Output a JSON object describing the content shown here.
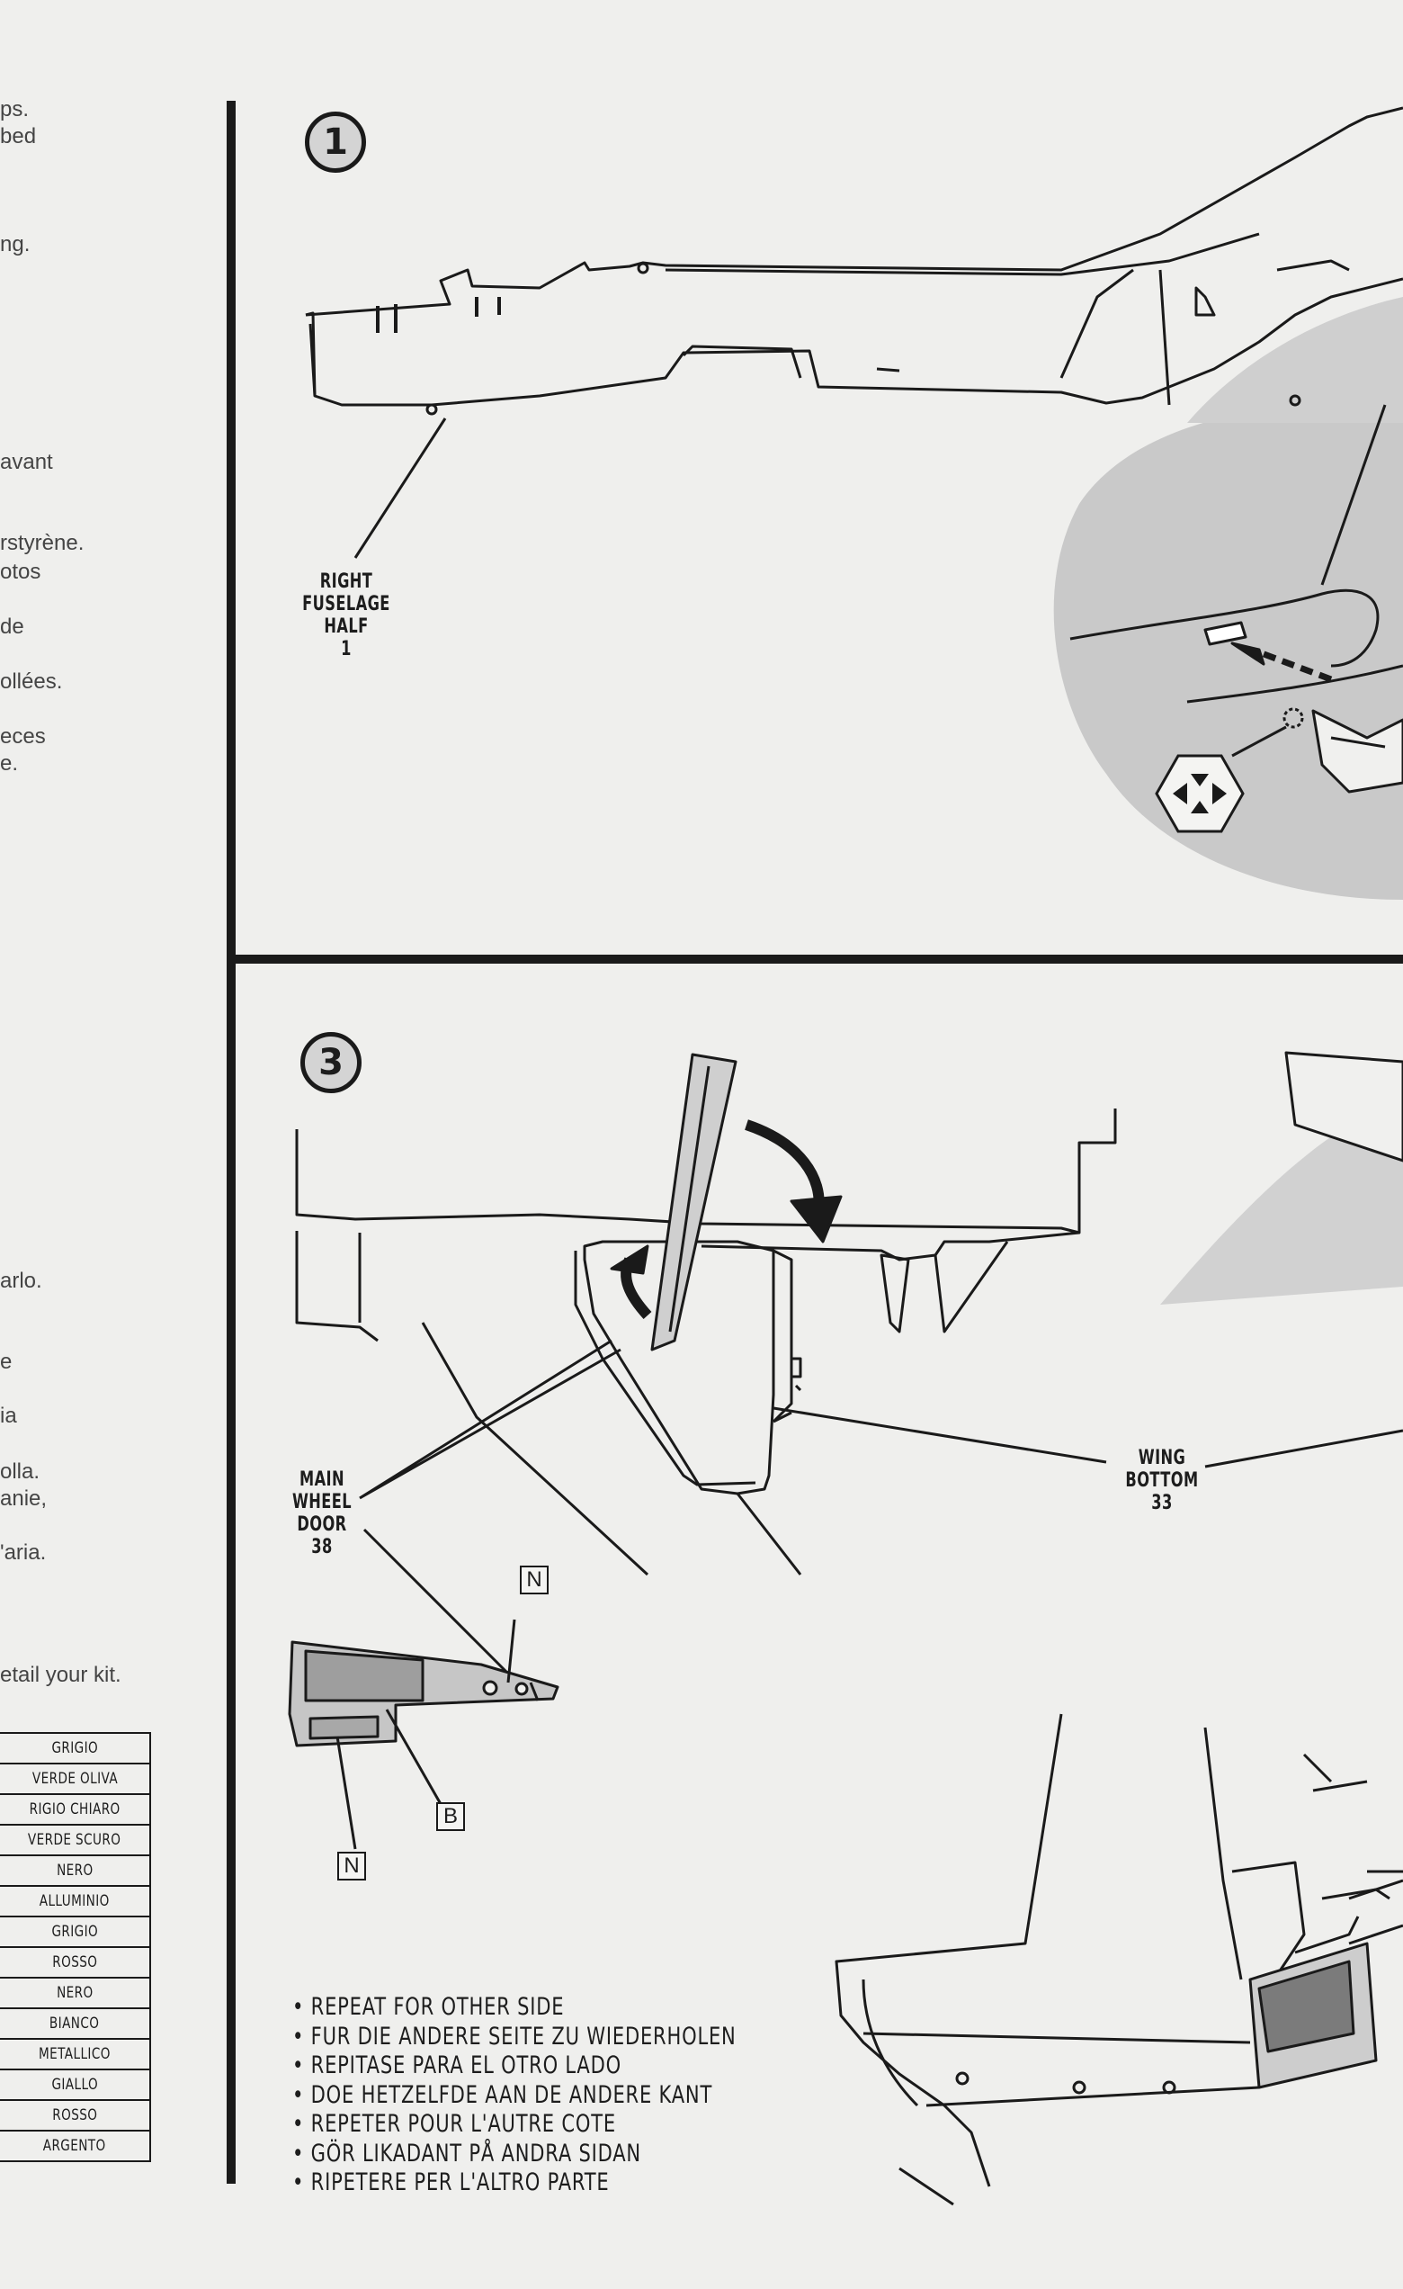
{
  "left_column_fragments": [
    "ps.",
    "bed",
    "ng.",
    "avant",
    "rstyrène.",
    "otos",
    "de",
    "ollées.",
    "eces",
    "e.",
    "arlo.",
    "e",
    "ia",
    "olla.",
    "anie,",
    "'aria.",
    "etail your kit."
  ],
  "steps": {
    "step1": "1",
    "step3": "3"
  },
  "callouts": {
    "right_fuselage": [
      "RIGHT",
      "FUSELAGE",
      "HALF",
      "1"
    ],
    "main_wheel_door": [
      "MAIN",
      "WHEEL",
      "DOOR",
      "38"
    ],
    "wing_bottom": [
      "WING",
      "BOTTOM",
      "33"
    ]
  },
  "part_tags": {
    "tag_n_top": "N",
    "tag_b": "B",
    "tag_n_bottom": "N"
  },
  "color_table": [
    "GRIGIO",
    "VERDE OLIVA",
    "RIGIO CHIARO",
    "VERDE SCURO",
    "NERO",
    "ALLUMINIO",
    "GRIGIO",
    "ROSSO",
    "NERO",
    "BIANCO",
    "METALLICO",
    "GIALLO",
    "ROSSO",
    "ARGENTO"
  ],
  "repeat_instructions": [
    "REPEAT FOR OTHER SIDE",
    "FUR DIE ANDERE SEITE ZU WIEDERHOLEN",
    "REPITASE PARA EL OTRO LADO",
    "DOE HETZELFDE AAN DE ANDERE KANT",
    "REPETER POUR L'AUTRE COTE",
    "GÖR LIKADANT PÅ ANDRA SIDAN",
    "RIPETERE PER L'ALTRO PARTE"
  ],
  "icons": [
    "glue-symbol-icon",
    "direction-arrow-icon",
    "rotate-arrow-icon"
  ]
}
